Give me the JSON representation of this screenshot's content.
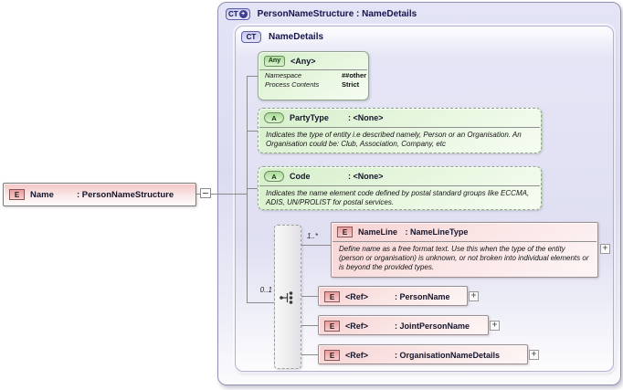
{
  "colors": {
    "container_lavender": "#dcdcf1",
    "attribute_green": "#d5efc9",
    "element_pink": "#f7d2d2",
    "title_navy": "#14144e",
    "connector_gray": "#8b8b8b"
  },
  "root_element": {
    "badge": "E",
    "name": "Name",
    "type": ": PersonNameStructure"
  },
  "complex_type": {
    "badge": "CT",
    "plus": "+",
    "title": "PersonNameStructure : NameDetails",
    "base": {
      "badge": "CT",
      "title": "NameDetails",
      "any": {
        "badge": "Any",
        "title": "<Any>",
        "rows": [
          {
            "label": "Namespace",
            "value": "##other"
          },
          {
            "label": "Process Contents",
            "value": "Strict"
          }
        ]
      },
      "attributes": [
        {
          "badge": "A",
          "name": "PartyType",
          "type": ": <None>",
          "description": "Indicates the type of entity i.e described namely, Person or an Organisation. An Organisation could be: Club, Association, Company, etc"
        },
        {
          "badge": "A",
          "name": "Code",
          "type": ": <None>",
          "description": "Indicates the name element code defined by postal standard groups like ECCMA, ADIS, UN/PROLIST for postal services."
        }
      ],
      "choice": {
        "cardinality": "0..1",
        "nameline_cardinality": "1..*"
      },
      "elements": [
        {
          "badge": "E",
          "name": "NameLine",
          "type": " : NameLineType",
          "description": "Define name as a free format text. Use this when the type of the entity (person or organisation) is unknown, or not broken into individual elements or is beyond the provided types.",
          "expand": "+"
        },
        {
          "badge": "E",
          "name": "<Ref>",
          "type": ": PersonName",
          "expand": "+"
        },
        {
          "badge": "E",
          "name": "<Ref>",
          "type": ": JointPersonName",
          "expand": "+"
        },
        {
          "badge": "E",
          "name": "<Ref>",
          "type": ": OrganisationNameDetails",
          "expand": "+"
        }
      ]
    }
  }
}
